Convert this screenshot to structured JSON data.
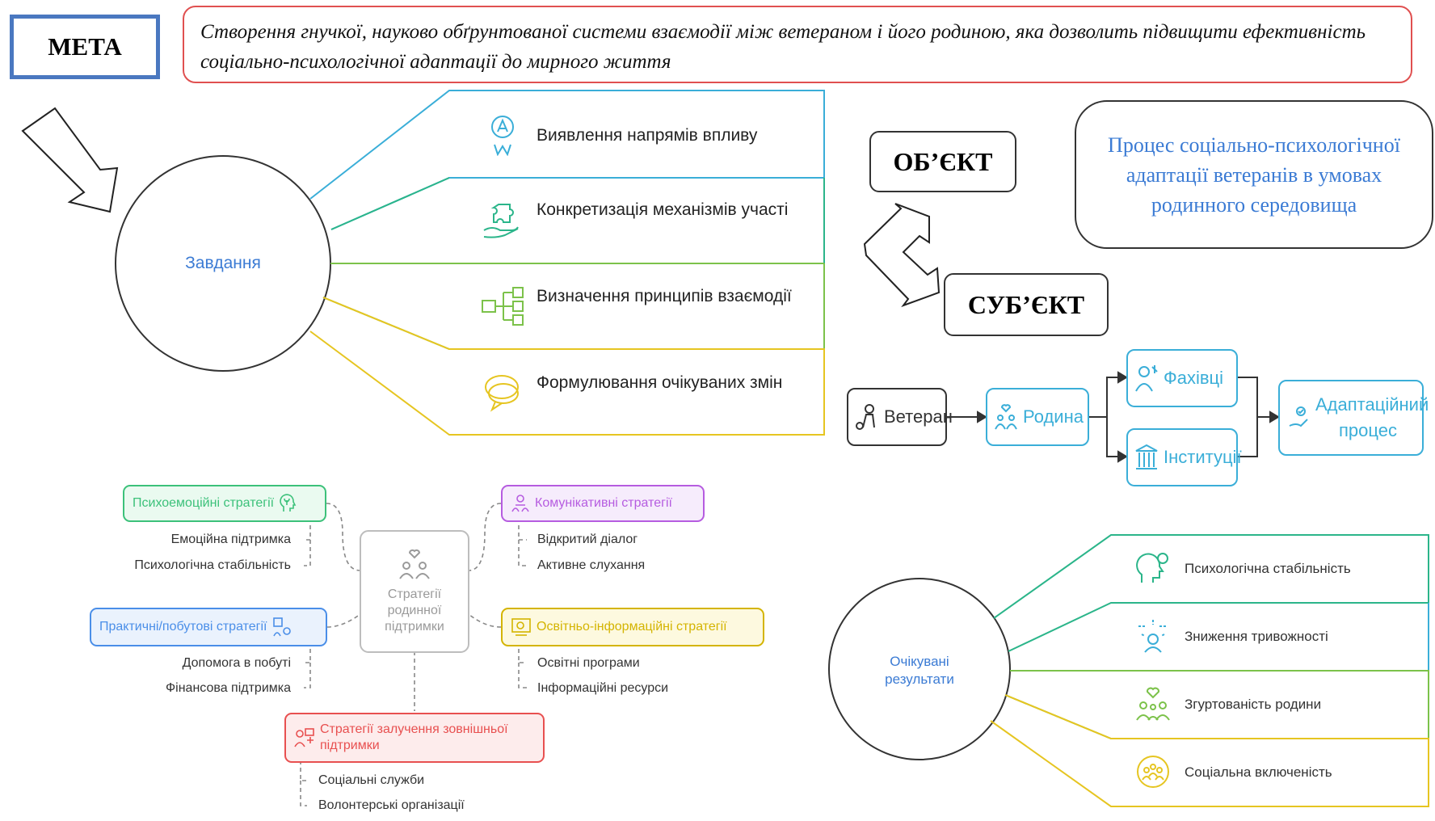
{
  "goal": {
    "label": "МЕТА",
    "text": "Створення гнучкої, науково обґрунтованої системи взаємодії між ветераном і його родиною, яка дозволить підвищити ефективність соціально-психологічної адаптації до мирного життя"
  },
  "tasks": {
    "center": "Завдання",
    "items": [
      {
        "label": "Виявлення напрямів впливу",
        "icon": "compass-icon",
        "color": "#3aaed8"
      },
      {
        "label": "Конкретизація механізмів участі",
        "icon": "hand-puzzle-icon",
        "color": "#2bb58a"
      },
      {
        "label": "Визначення принципів взаємодії",
        "icon": "flowchart-icon",
        "color": "#7cc24a"
      },
      {
        "label": "Формулювання очікуваних змін",
        "icon": "speech-bubbles-icon",
        "color": "#e6c521"
      }
    ]
  },
  "object": {
    "label": "ОБ’ЄКТ",
    "description": "Процес соціально-психологічної адаптації ветеранів в умовах родинного середовища"
  },
  "subject": {
    "label": "СУБ’ЄКТ",
    "flow": [
      {
        "label": "Ветеран",
        "icon": "veteran-icon",
        "color": "#333333"
      },
      {
        "label": "Родина",
        "icon": "family-icon",
        "color": "#3aaed8"
      },
      {
        "label": "Фахівці",
        "icon": "specialists-icon",
        "color": "#3aaed8"
      },
      {
        "label": "Інституції",
        "icon": "institution-icon",
        "color": "#3aaed8"
      },
      {
        "label": "Адаптаційний процес",
        "icon": "adaptation-icon",
        "color": "#3aaed8"
      }
    ]
  },
  "strategies": {
    "center": "Стратегії родинної підтримки",
    "groups": [
      {
        "title": "Психоемоційні стратегії",
        "color": "#3cc17a",
        "icon": "head-plant-icon",
        "items": [
          "Емоційна підтримка",
          "Психологічна стабільність"
        ]
      },
      {
        "title": "Практичні/побутові стратегії",
        "color": "#4a8ee8",
        "icon": "household-icon",
        "items": [
          "Допомога в побуті",
          "Фінансова підтримка"
        ]
      },
      {
        "title": "Комунікативні стратегії",
        "color": "#b65ce0",
        "icon": "communication-icon",
        "items": [
          "Відкритий діалог",
          "Активне слухання"
        ]
      },
      {
        "title": "Освітньо-інформаційні стратегії",
        "color": "#d4b400",
        "icon": "education-icon",
        "items": [
          "Освітні програми",
          "Інформаційні ресурси"
        ]
      },
      {
        "title": "Стратегії залучення зовнішньої підтримки",
        "color": "#e85050",
        "icon": "external-support-icon",
        "items": [
          "Соціальні служби",
          "Волонтерські організації"
        ]
      }
    ]
  },
  "results": {
    "center": "Очікувані результати",
    "items": [
      {
        "label": "Психологічна стабільність",
        "icon": "mind-icon",
        "color": "#2bb58a"
      },
      {
        "label": "Зниження тривожності",
        "icon": "calm-icon",
        "color": "#3aaed8"
      },
      {
        "label": "Згуртованість родини",
        "icon": "family-heart-icon",
        "color": "#7cc24a"
      },
      {
        "label": "Соціальна включеність",
        "icon": "inclusion-icon",
        "color": "#e6c521"
      }
    ]
  }
}
